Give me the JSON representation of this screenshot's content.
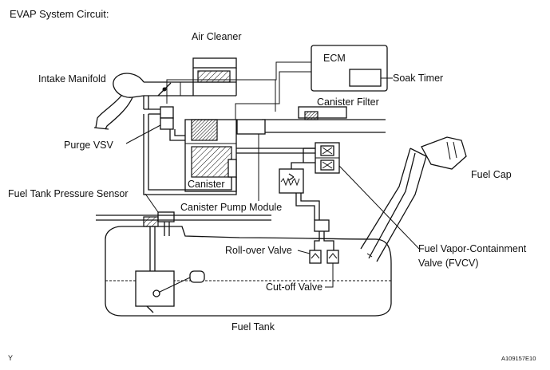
{
  "title": "EVAP System Circuit:",
  "labels": {
    "air_cleaner": "Air Cleaner",
    "ecm": "ECM",
    "soak_timer": "Soak Timer",
    "intake_manifold": "Intake Manifold",
    "canister_filter": "Canister Filter",
    "purge_vsv": "Purge VSV",
    "canister": "Canister",
    "fuel_cap": "Fuel Cap",
    "fuel_tank_pressure_sensor": "Fuel Tank Pressure Sensor",
    "canister_pump_module": "Canister Pump Module",
    "rollover_valve": "Roll-over Valve",
    "fvcv_line1": "Fuel Vapor-Containment",
    "fvcv_line2": "Valve (FVCV)",
    "cutoff_valve": "Cut-off Valve",
    "fuel_tank": "Fuel Tank"
  },
  "footer": {
    "left_mark": "Y",
    "figure_code": "A109157E10"
  }
}
